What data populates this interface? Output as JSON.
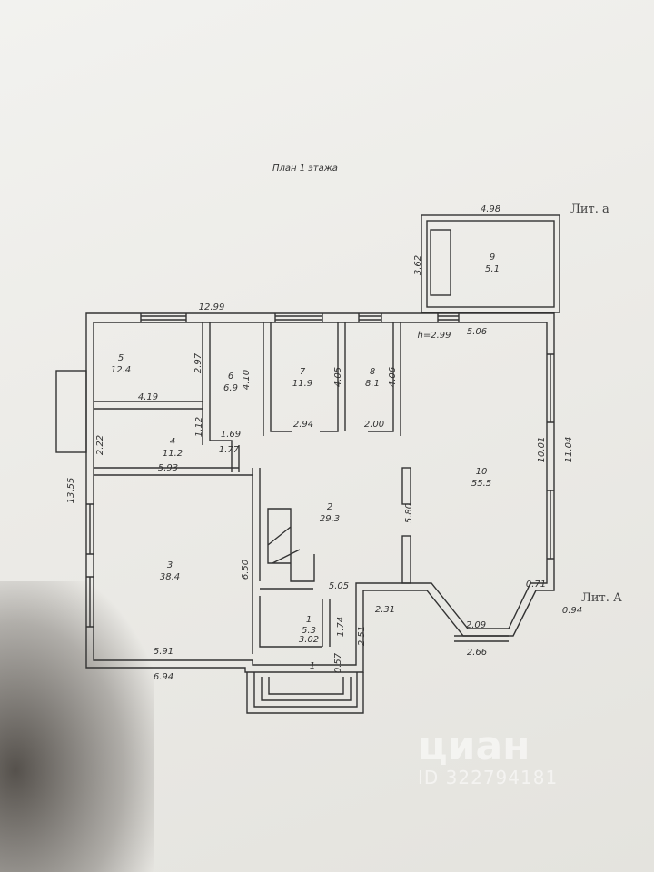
{
  "title": "План 1 этажа",
  "labels": {
    "lit_a_small": "Лит. а",
    "lit_a_big": "Лит. А",
    "height": "h=2.99"
  },
  "rooms": [
    {
      "num": "1",
      "area": "5.3"
    },
    {
      "num": "2",
      "area": "29.3"
    },
    {
      "num": "3",
      "area": "38.4"
    },
    {
      "num": "4",
      "area": "11.2"
    },
    {
      "num": "5",
      "area": "12.4"
    },
    {
      "num": "6",
      "area": "6.9"
    },
    {
      "num": "7",
      "area": "11.9"
    },
    {
      "num": "8",
      "area": "8.1"
    },
    {
      "num": "9",
      "area": "5.1"
    },
    {
      "num": "10",
      "area": "55.5"
    }
  ],
  "dims": {
    "top": "12.99",
    "veranda_w": "4.98",
    "veranda_h": "3.62",
    "d506": "5.06",
    "d297": "2.97",
    "d410": "4.10",
    "d405": "4.05",
    "d406": "4.06",
    "d419": "4.19",
    "d112": "1.12",
    "d169": "1.69",
    "d294": "2.94",
    "d200": "2.00",
    "d177": "1.77",
    "d222": "2.22",
    "left": "13.55",
    "d593": "5.93",
    "d580": "5.80",
    "d1001": "10.01",
    "d1104": "11.04",
    "d650": "6.50",
    "d505": "5.05",
    "d071": "0.71",
    "d094": "0.94",
    "d231": "2.31",
    "d209": "2.09",
    "d266": "2.66",
    "d174": "1.74",
    "d251": "2.51",
    "d302": "3.02",
    "d057": "0.57",
    "porch": "1",
    "d591": "5.91",
    "d694": "6.94"
  },
  "watermark": {
    "brand": "циан",
    "id": "ID 322794181"
  }
}
